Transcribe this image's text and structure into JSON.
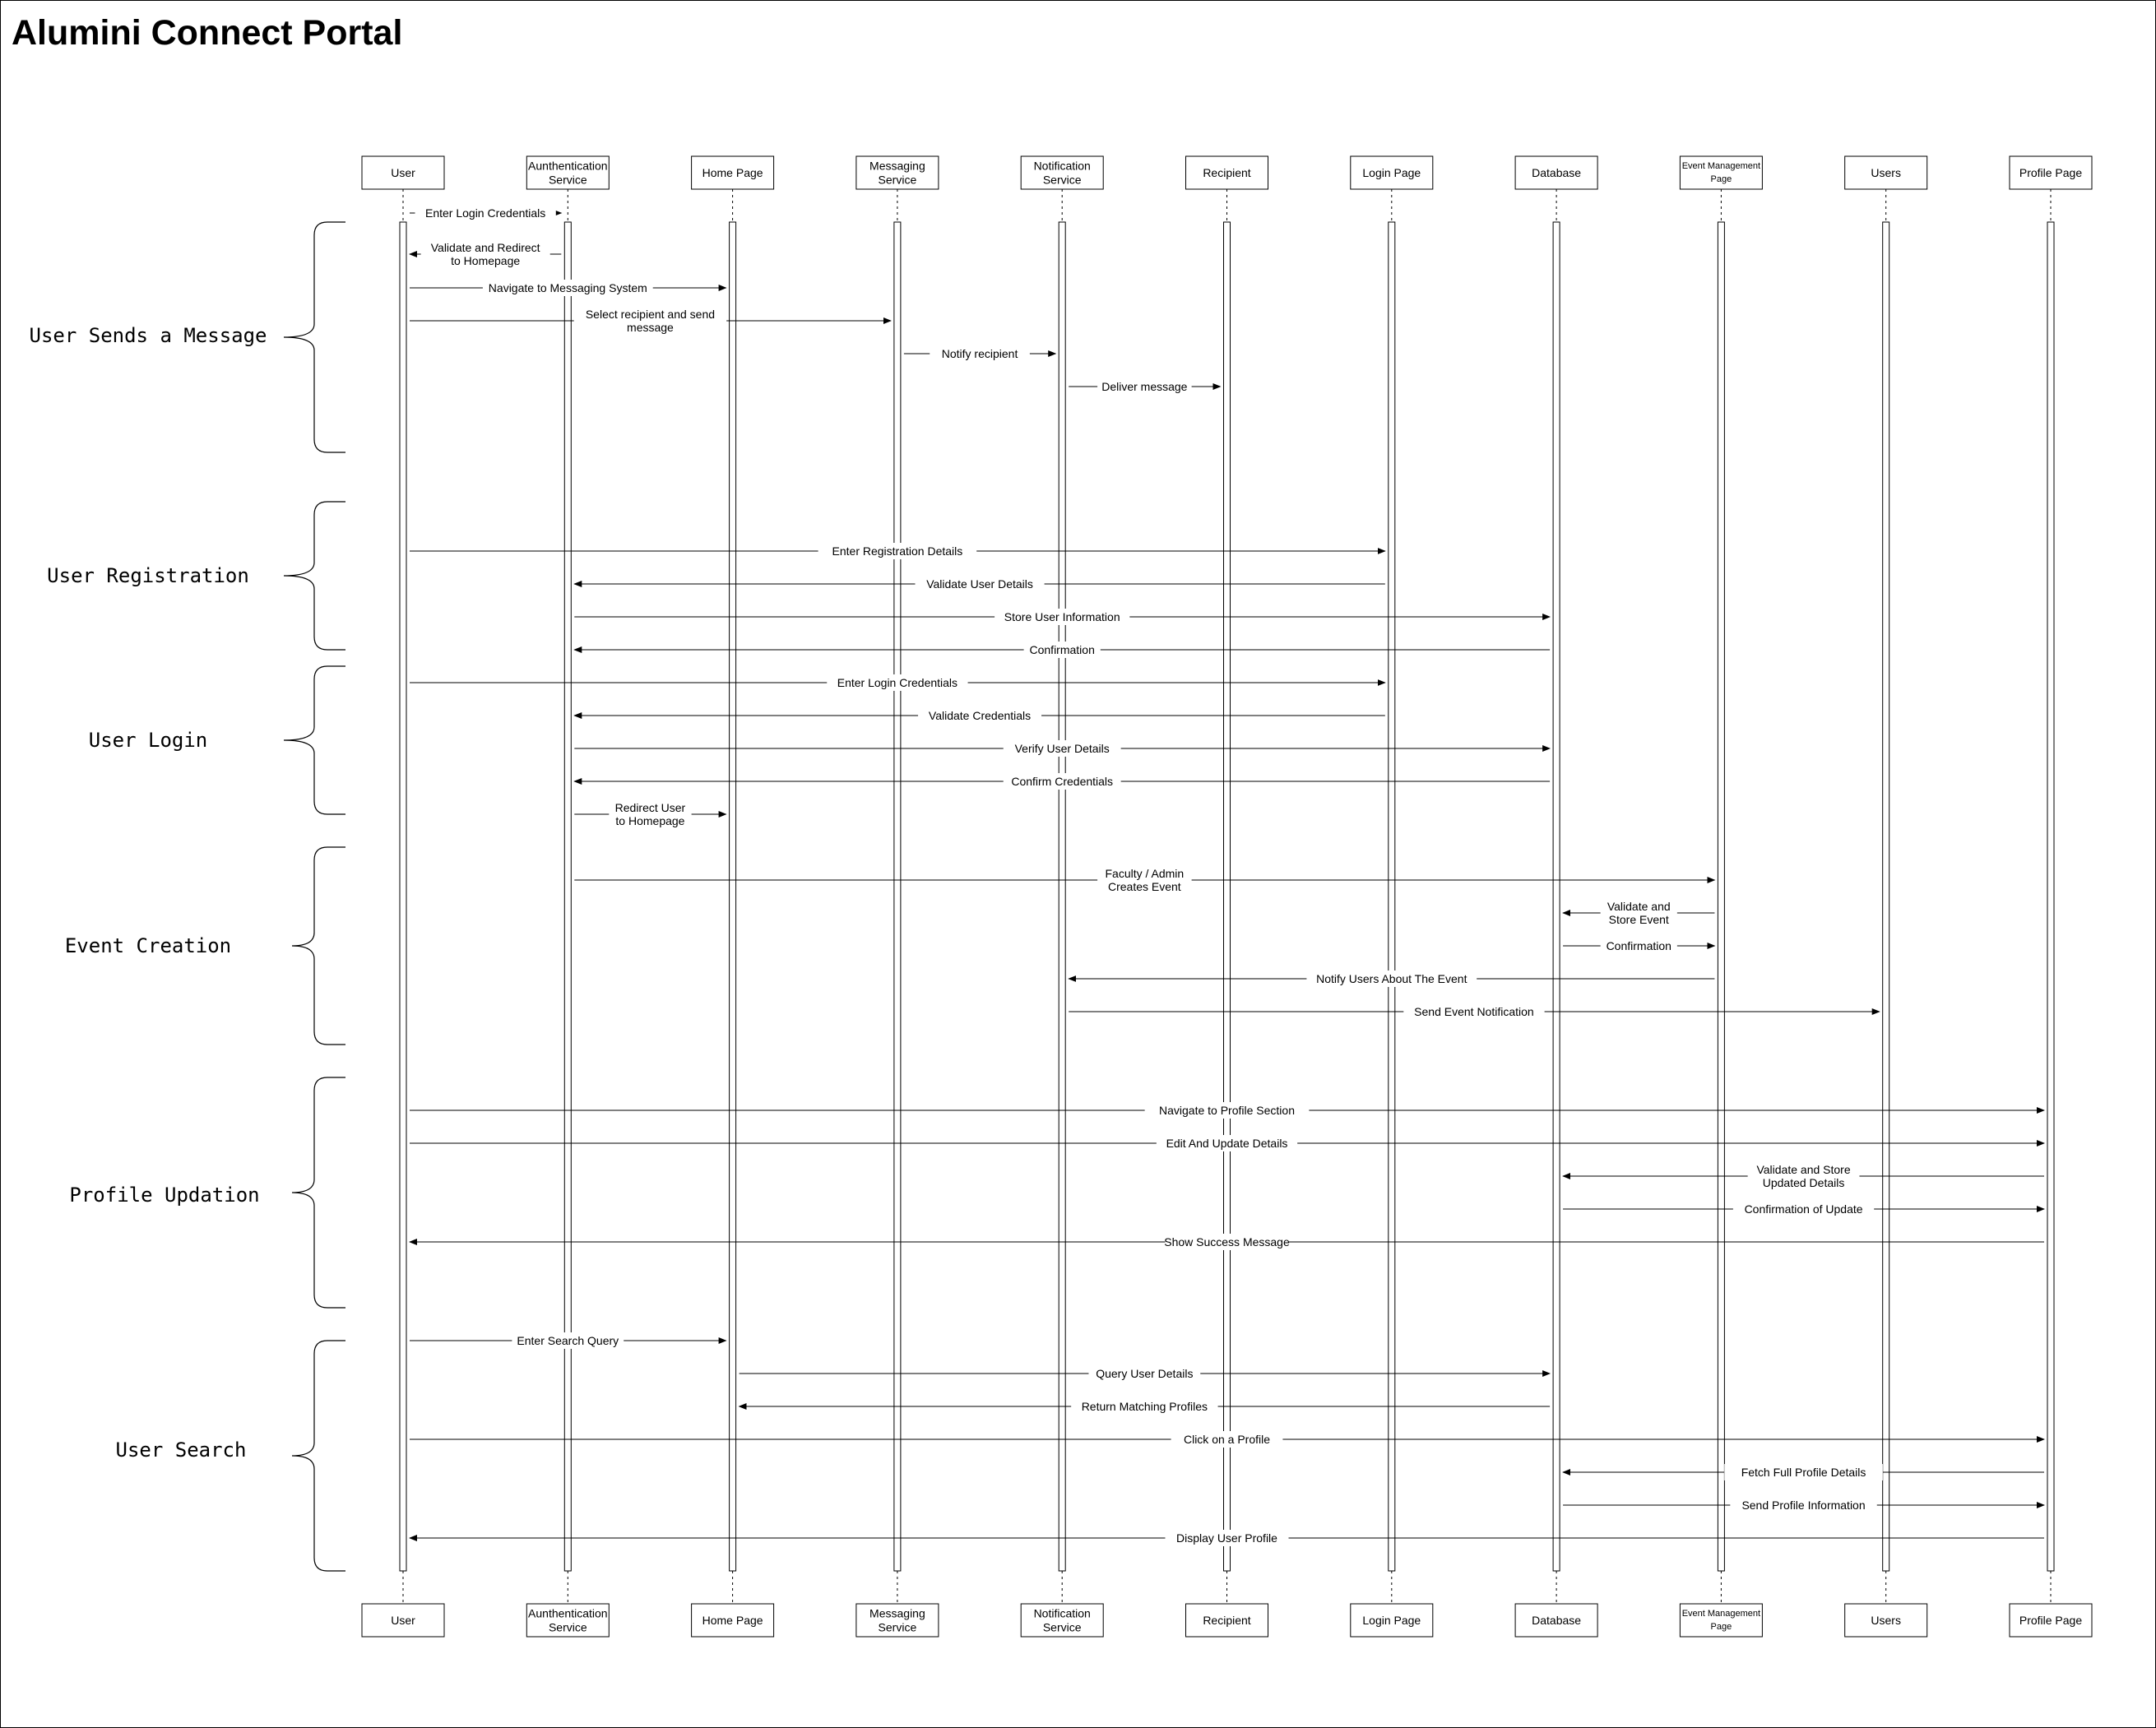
{
  "title": "Alumini Connect Portal",
  "participants": [
    {
      "id": "user",
      "lines": [
        "User"
      ]
    },
    {
      "id": "auth",
      "lines": [
        "Aunthentication",
        "Service"
      ]
    },
    {
      "id": "home",
      "lines": [
        "Home Page"
      ]
    },
    {
      "id": "msg",
      "lines": [
        "Messaging",
        "Service"
      ]
    },
    {
      "id": "notif",
      "lines": [
        "Notification",
        "Service"
      ]
    },
    {
      "id": "recip",
      "lines": [
        "Recipient"
      ]
    },
    {
      "id": "login",
      "lines": [
        "Login Page"
      ]
    },
    {
      "id": "db",
      "lines": [
        "Database"
      ]
    },
    {
      "id": "event",
      "lines": [
        "Event Management",
        "Page"
      ],
      "small": true
    },
    {
      "id": "users",
      "lines": [
        "Users"
      ]
    },
    {
      "id": "profile",
      "lines": [
        "Profile Page"
      ]
    }
  ],
  "sections": [
    {
      "label": "User Sends a Message"
    },
    {
      "label": "User Registration"
    },
    {
      "label": "User Login"
    },
    {
      "label": "Event Creation"
    },
    {
      "label": "Profile Updation"
    },
    {
      "label": "User Search"
    }
  ],
  "messages": [
    {
      "from": "user",
      "to": "auth",
      "lines": [
        "Enter Login Credentials"
      ]
    },
    {
      "from": "auth",
      "to": "user",
      "lines": [
        "Validate and Redirect",
        "to Homepage"
      ]
    },
    {
      "from": "user",
      "to": "home",
      "lines": [
        "Navigate to Messaging System"
      ]
    },
    {
      "from": "user",
      "to": "msg",
      "lines": [
        "Select recipient and send",
        "message"
      ]
    },
    {
      "from": "msg",
      "to": "notif",
      "lines": [
        "Notify recipient"
      ]
    },
    {
      "from": "notif",
      "to": "recip",
      "lines": [
        "Deliver message"
      ]
    },
    {
      "from": "user",
      "to": "login",
      "lines": [
        "Enter Registration Details"
      ]
    },
    {
      "from": "login",
      "to": "auth",
      "lines": [
        "Validate User Details"
      ]
    },
    {
      "from": "auth",
      "to": "db",
      "lines": [
        "Store User Information"
      ]
    },
    {
      "from": "db",
      "to": "auth",
      "lines": [
        "Confirmation"
      ]
    },
    {
      "from": "user",
      "to": "login",
      "lines": [
        "Enter Login Credentials"
      ]
    },
    {
      "from": "login",
      "to": "auth",
      "lines": [
        "Validate Credentials"
      ]
    },
    {
      "from": "auth",
      "to": "db",
      "lines": [
        "Verify User Details"
      ]
    },
    {
      "from": "db",
      "to": "auth",
      "lines": [
        "Confirm Credentials"
      ]
    },
    {
      "from": "auth",
      "to": "home",
      "lines": [
        "Redirect User",
        "to Homepage"
      ]
    },
    {
      "from": "auth",
      "to": "event",
      "lines": [
        "Faculty / Admin",
        "Creates Event"
      ]
    },
    {
      "from": "event",
      "to": "db",
      "lines": [
        "Validate and",
        "Store Event"
      ]
    },
    {
      "from": "db",
      "to": "event",
      "lines": [
        "Confirmation"
      ]
    },
    {
      "from": "event",
      "to": "notif",
      "lines": [
        "Notify Users About The Event"
      ]
    },
    {
      "from": "notif",
      "to": "users",
      "lines": [
        "Send Event Notification"
      ]
    },
    {
      "from": "user",
      "to": "profile",
      "lines": [
        "Navigate to Profile Section"
      ]
    },
    {
      "from": "user",
      "to": "profile",
      "lines": [
        "Edit And Update Details"
      ]
    },
    {
      "from": "profile",
      "to": "db",
      "lines": [
        "Validate and Store",
        "Updated Details"
      ]
    },
    {
      "from": "db",
      "to": "profile",
      "lines": [
        "Confirmation of  Update"
      ]
    },
    {
      "from": "profile",
      "to": "user",
      "lines": [
        "Show Success Message"
      ]
    },
    {
      "from": "user",
      "to": "home",
      "lines": [
        "Enter Search Query"
      ]
    },
    {
      "from": "home",
      "to": "db",
      "lines": [
        "Query User Details"
      ]
    },
    {
      "from": "db",
      "to": "home",
      "lines": [
        "Return Matching Profiles"
      ]
    },
    {
      "from": "user",
      "to": "profile",
      "lines": [
        "Click on a Profile"
      ]
    },
    {
      "from": "profile",
      "to": "db",
      "lines": [
        "Fetch Full Profile Details"
      ]
    },
    {
      "from": "db",
      "to": "profile",
      "lines": [
        "Send Profile Information"
      ]
    },
    {
      "from": "profile",
      "to": "user",
      "lines": [
        "Display User Profile"
      ]
    }
  ]
}
